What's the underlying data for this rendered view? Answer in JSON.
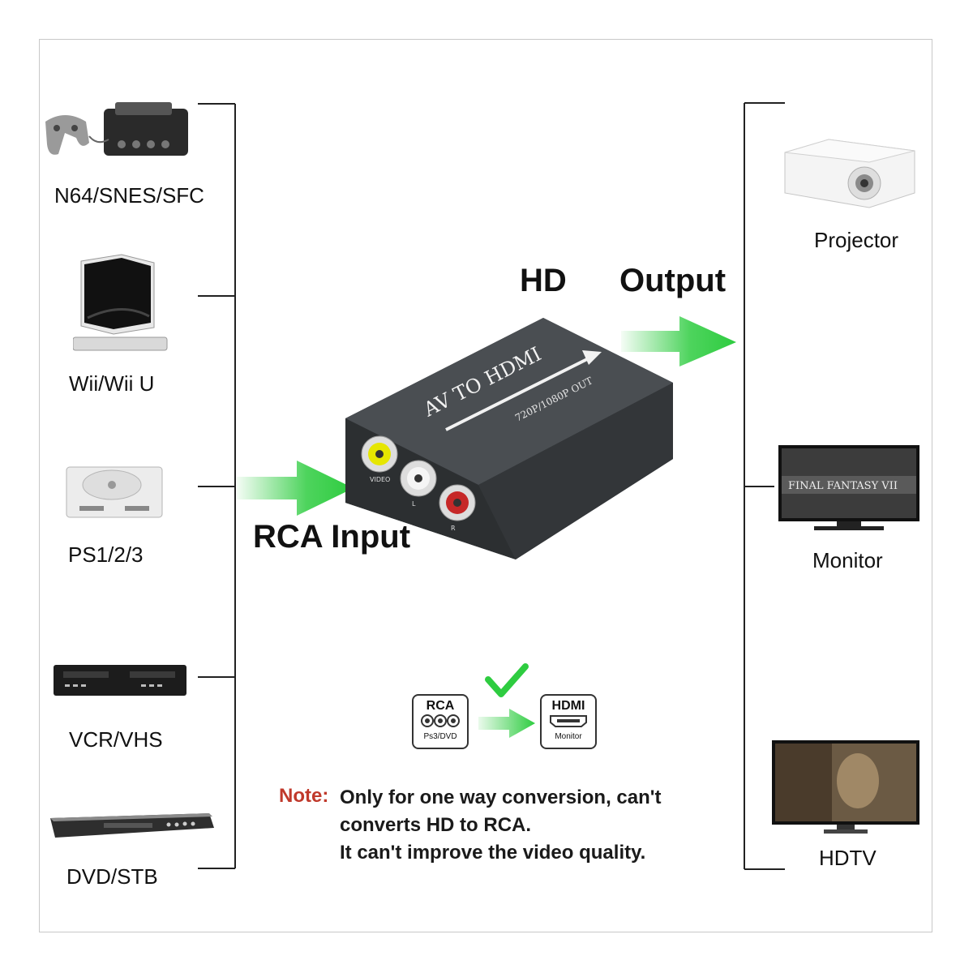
{
  "sources": [
    {
      "label": "N64/SNES/SFC",
      "icon": "game-console-icon"
    },
    {
      "label": "Wii/Wii U",
      "icon": "wii-console-icon"
    },
    {
      "label": "PS1/2/3",
      "icon": "playstation-icon"
    },
    {
      "label": "VCR/VHS",
      "icon": "vcr-icon"
    },
    {
      "label": "DVD/STB",
      "icon": "dvd-player-icon"
    }
  ],
  "outputs": [
    {
      "label": "Projector",
      "icon": "projector-icon"
    },
    {
      "label": "Monitor",
      "icon": "monitor-icon"
    },
    {
      "label": "HDTV",
      "icon": "hdtv-icon"
    }
  ],
  "output_heading": {
    "hd": "HD",
    "output": "Output"
  },
  "input_heading": "RCA Input",
  "device": {
    "title": "AV TO HDMI",
    "subtitle": "720P/1080P OUT",
    "port_labels": [
      "VIDEO",
      "L",
      "R"
    ]
  },
  "conversion": {
    "from_title": "RCA",
    "from_sub": "Ps3/DVD",
    "to_title": "HDMI",
    "to_sub": "Monitor"
  },
  "note": {
    "prefix": "Note:",
    "lines": [
      "Only for one way conversion, can't",
      "converts HD to RCA.",
      "It can't improve the video quality."
    ]
  },
  "colors": {
    "arrow": "#2ecc40",
    "note_prefix": "#c0392b",
    "device_body": "#3a3d40"
  }
}
